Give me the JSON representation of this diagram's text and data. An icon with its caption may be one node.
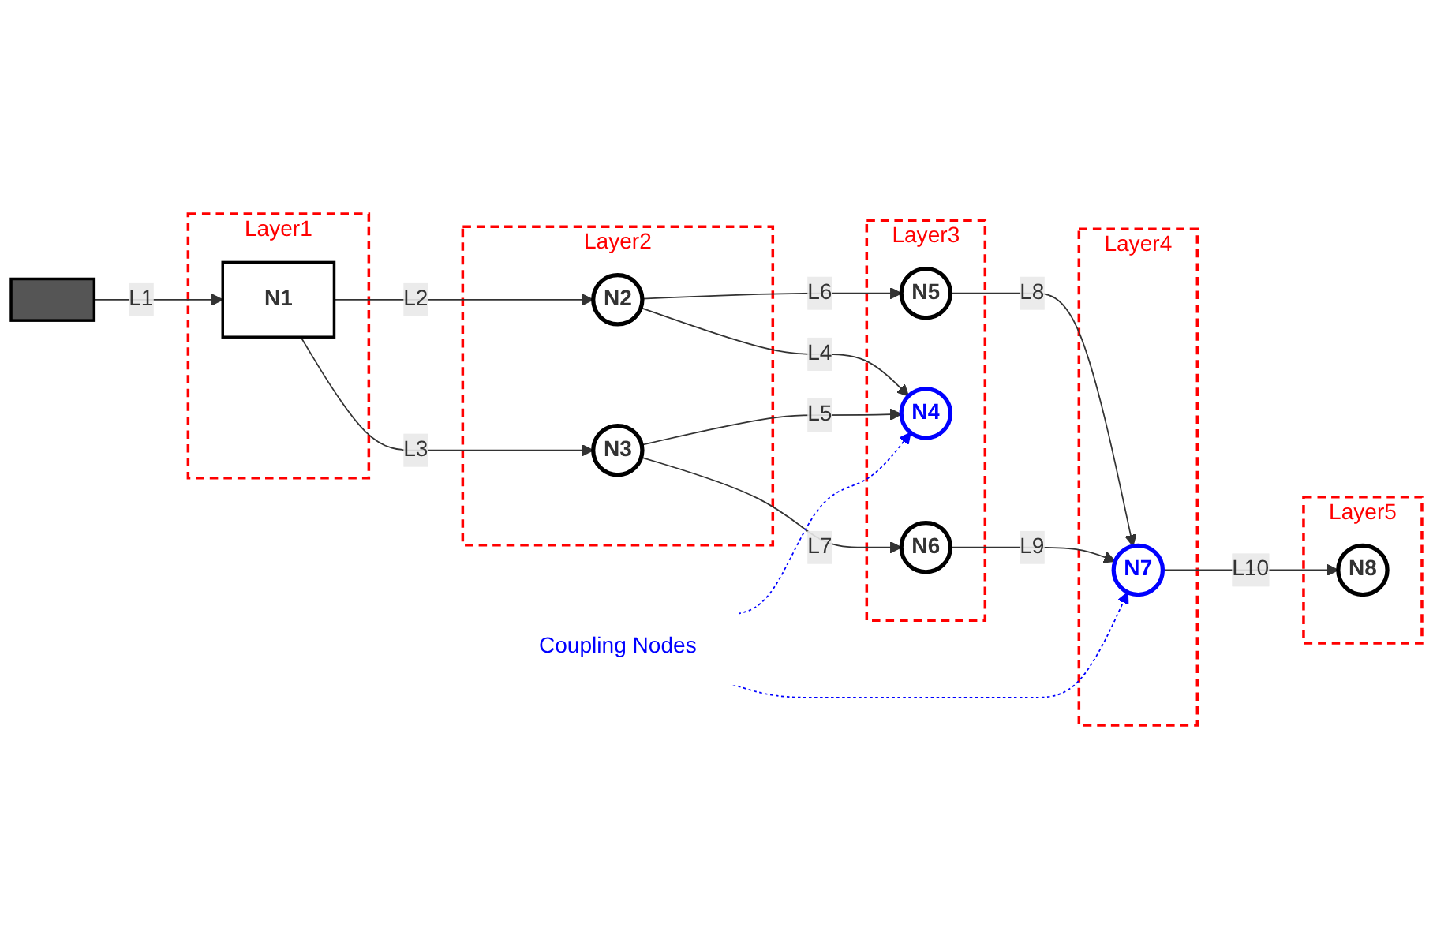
{
  "diagram": {
    "nodes": [
      {
        "text": [
          "Coupling Nodes"
        ]
      },
      {
        "text": [],
        "shape": "box"
      },
      {
        "text": [
          "Layer1"
        ]
      },
      {
        "text": [
          "N1"
        ],
        "in": 2
      },
      {
        "text": [
          "Layer2"
        ]
      },
      {
        "text": [
          "N2"
        ],
        "in": 4
      },
      {
        "text": [
          "N3"
        ],
        "in": 4
      },
      {
        "text": [
          "Layer3"
        ]
      },
      {
        "text": [
          "N5"
        ],
        "in": 7
      },
      {
        "text": [
          "N4"
        ],
        "in": 7
      },
      {
        "text": [
          "N6"
        ],
        "in": 7
      },
      {
        "text": [
          "Layer4"
        ]
      },
      {
        "text": [
          "N7"
        ],
        "in": 11
      },
      {
        "text": [
          "Layer5"
        ]
      },
      {
        "text": [
          "N8"
        ],
        "in": 13
      }
    ],
    "edges": [
      {
        "from": 1,
        "to": 3,
        "arrow": "to",
        "label": "L1"
      },
      {
        "from": 3,
        "to": 5,
        "arrow": "to",
        "label": "L2"
      },
      {
        "from": 3,
        "to": 6,
        "arrow": "to",
        "label": "L3"
      },
      {
        "from": 5,
        "to": 9,
        "arrow": "to",
        "label": "L4"
      },
      {
        "from": 6,
        "to": 9,
        "arrow": "to",
        "label": "L5"
      },
      {
        "from": 5,
        "to": 8,
        "arrow": "to",
        "label": "L6"
      },
      {
        "from": 6,
        "to": 10,
        "arrow": "to",
        "label": "L7"
      },
      {
        "from": 8,
        "to": 12,
        "arrow": "to",
        "label": "L8"
      },
      {
        "from": 10,
        "to": 12,
        "arrow": "to",
        "label": "L9"
      },
      {
        "from": 12,
        "to": 14,
        "arrow": "to",
        "label": "L10"
      },
      {
        "from": 0,
        "to": 9,
        "arrow": "to",
        "style": "dashed",
        "color": "#0000ff"
      },
      {
        "from": 0,
        "to": 12,
        "arrow": "to",
        "style": "dashed",
        "color": "#0000ff"
      }
    ]
  }
}
